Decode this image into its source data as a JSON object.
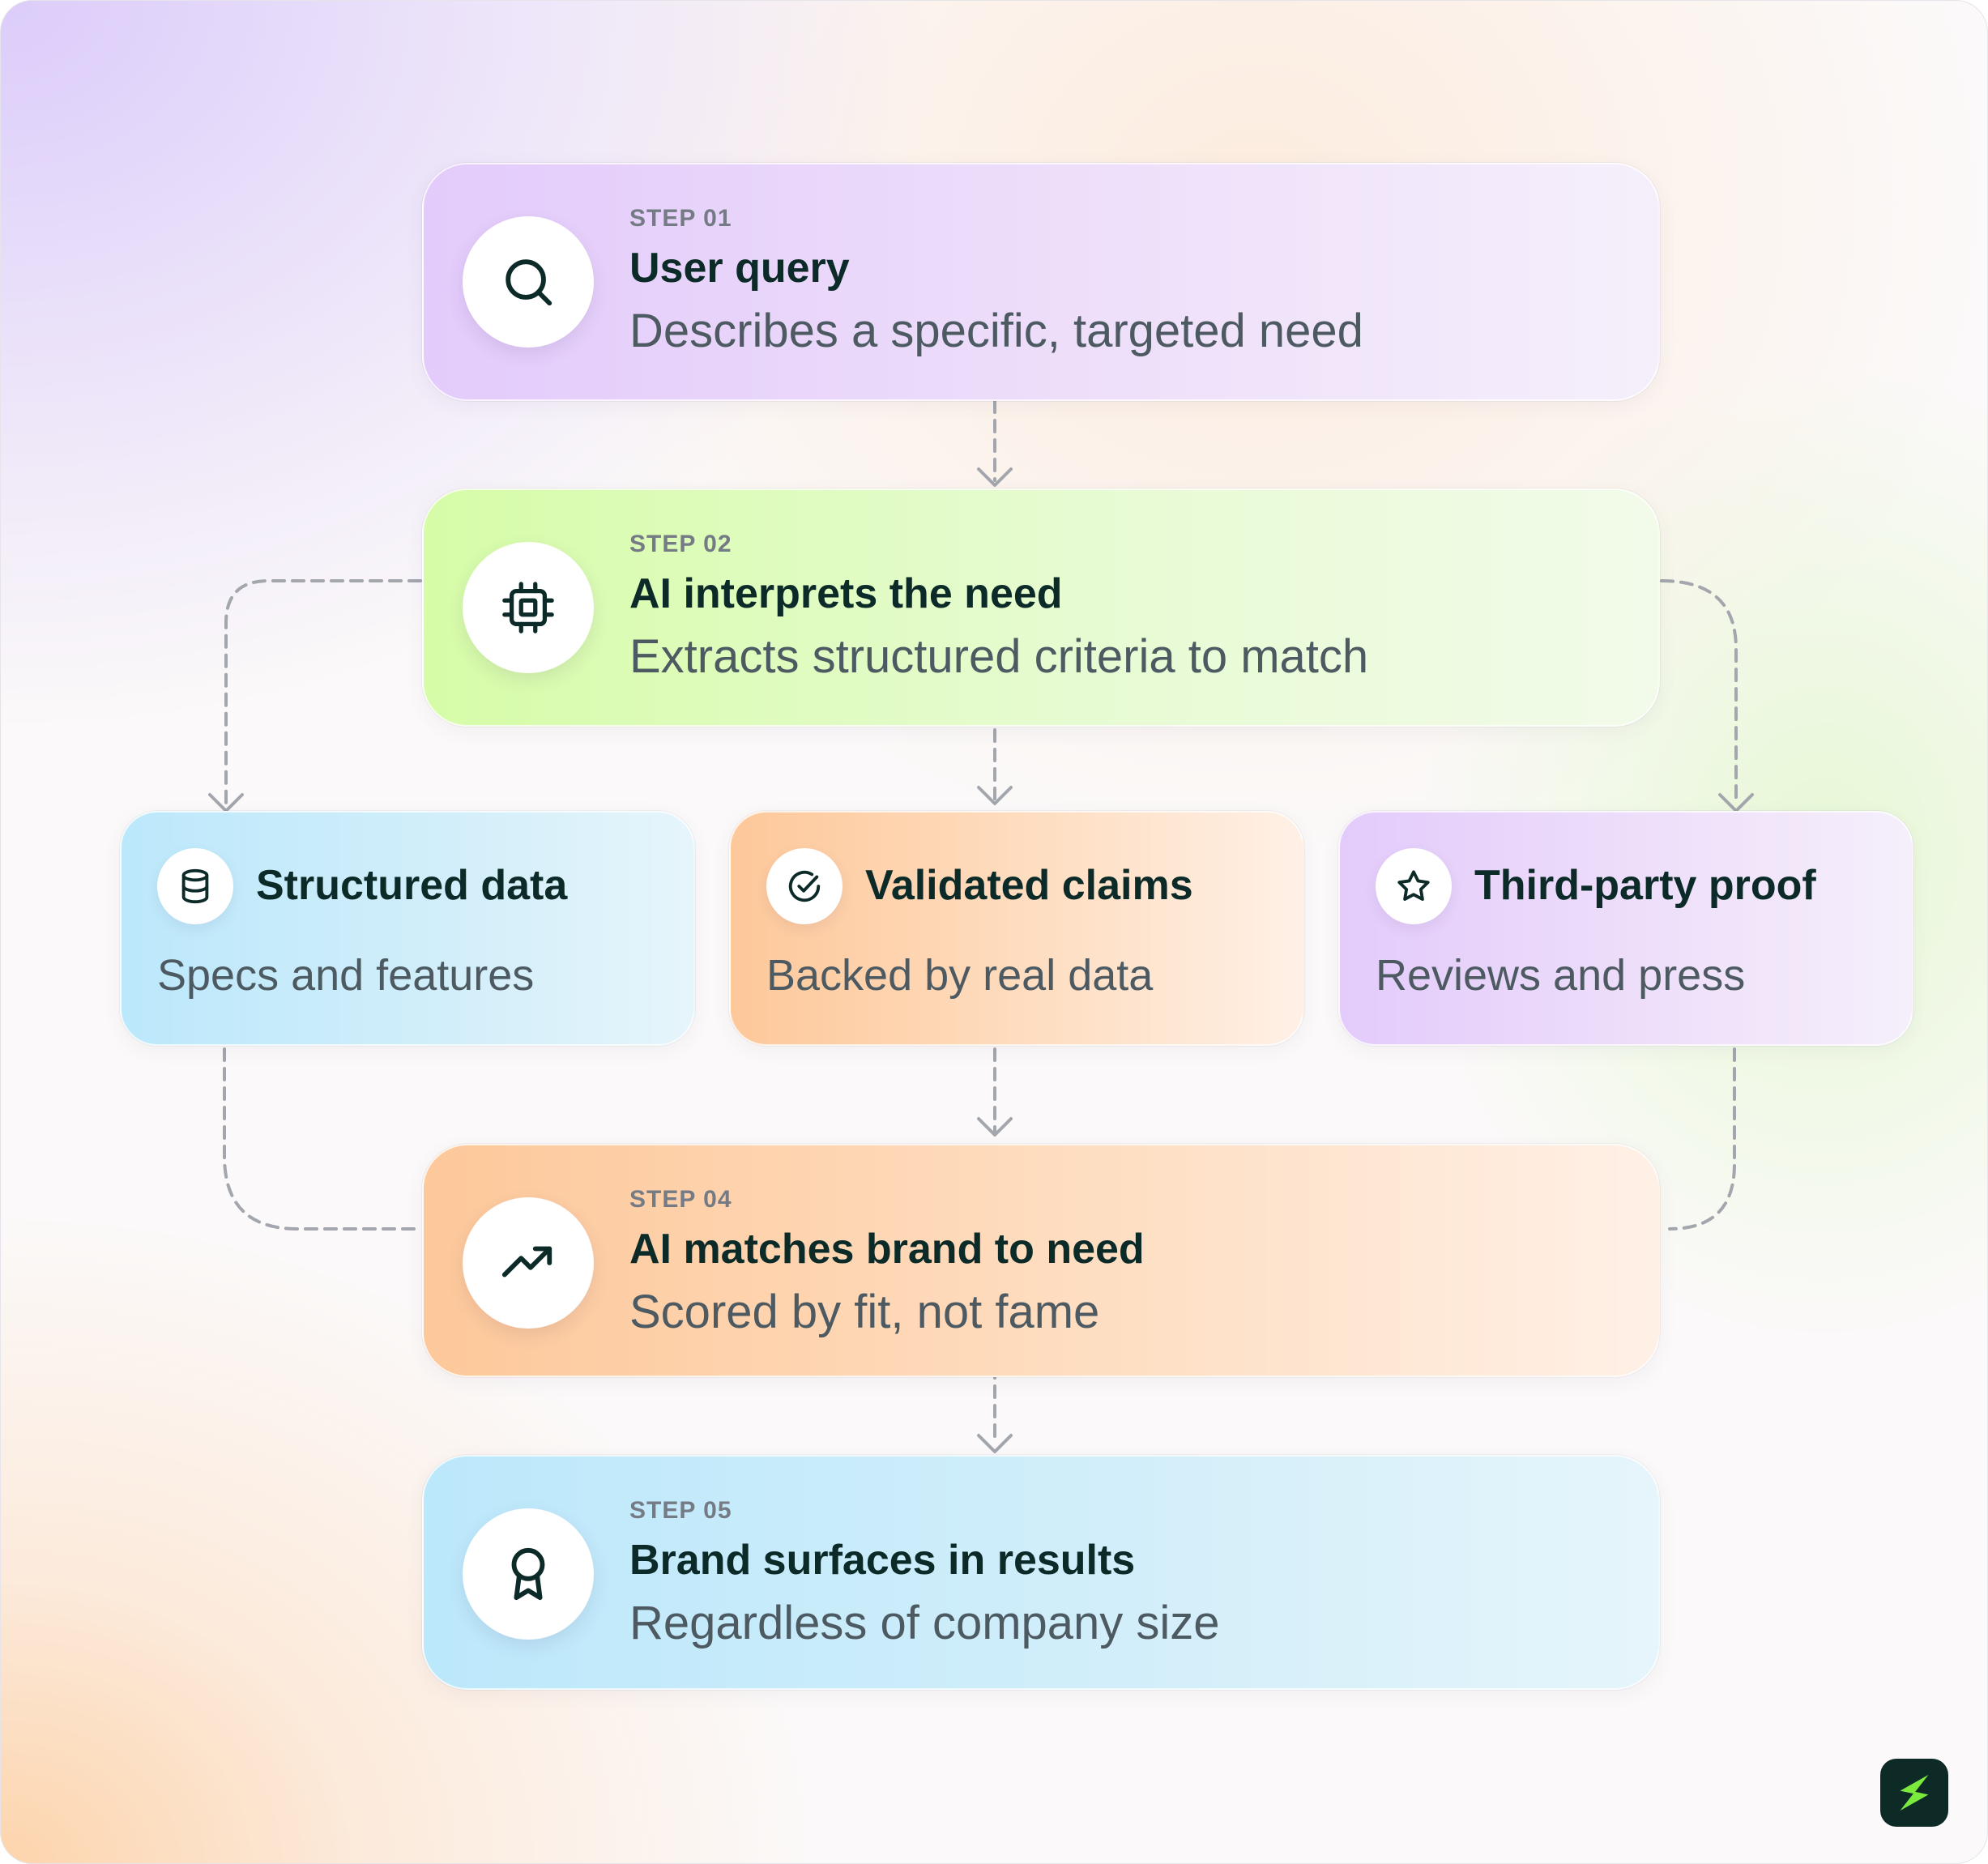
{
  "steps": [
    {
      "label": "STEP 01",
      "title": "User query",
      "description": "Describes a specific, targeted need",
      "icon": "search-icon"
    },
    {
      "label": "STEP 02",
      "title": "AI interprets the need",
      "description": "Extracts structured criteria to match",
      "icon": "cpu-chip-icon"
    },
    {
      "label": "STEP 04",
      "title": "AI matches brand to need",
      "description": "Scored by fit, not fame",
      "icon": "trending-up-icon"
    },
    {
      "label": "STEP 05",
      "title": "Brand surfaces in results",
      "description": "Regardless of company size",
      "icon": "award-ribbon-icon"
    }
  ],
  "signals": [
    {
      "title": "Structured data",
      "description": "Specs and features",
      "icon": "database-icon"
    },
    {
      "title": "Validated claims",
      "description": "Backed by real data",
      "icon": "check-circle-icon"
    },
    {
      "title": "Third-party proof",
      "description": "Reviews and press",
      "icon": "star-icon"
    }
  ],
  "colors": {
    "purple": "#e3cbfb",
    "green": "#d6fca8",
    "orange": "#fdc89a",
    "blue": "#bce8fb",
    "title_text": "#0c2a28",
    "logo_bg": "#0d2a27",
    "logo_mark": "#7bea3c"
  },
  "logo": {
    "icon": "brand-logo-icon"
  }
}
